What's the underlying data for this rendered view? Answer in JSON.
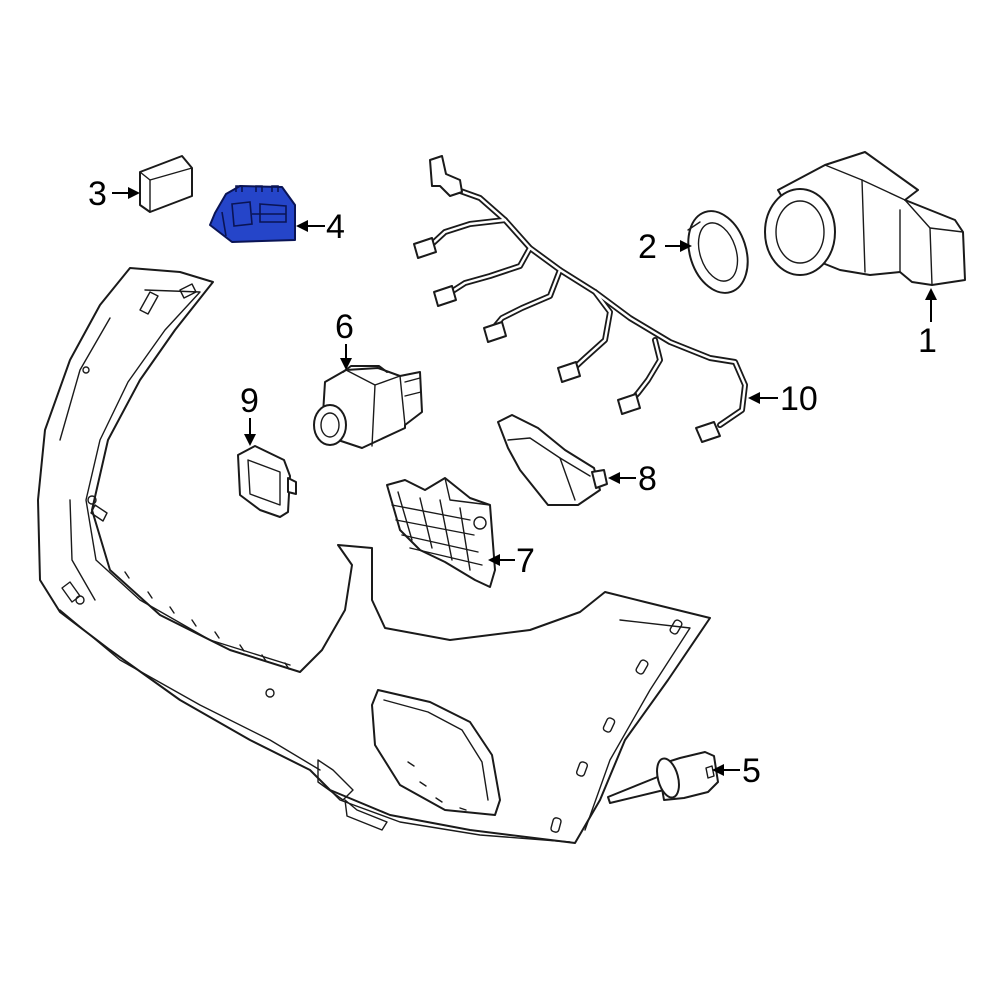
{
  "diagram": {
    "highlight_color": "#2545c9",
    "line_color": "#1a1a1a",
    "callouts": [
      "1",
      "2",
      "3",
      "4",
      "5",
      "6",
      "7",
      "8",
      "9",
      "10"
    ]
  }
}
